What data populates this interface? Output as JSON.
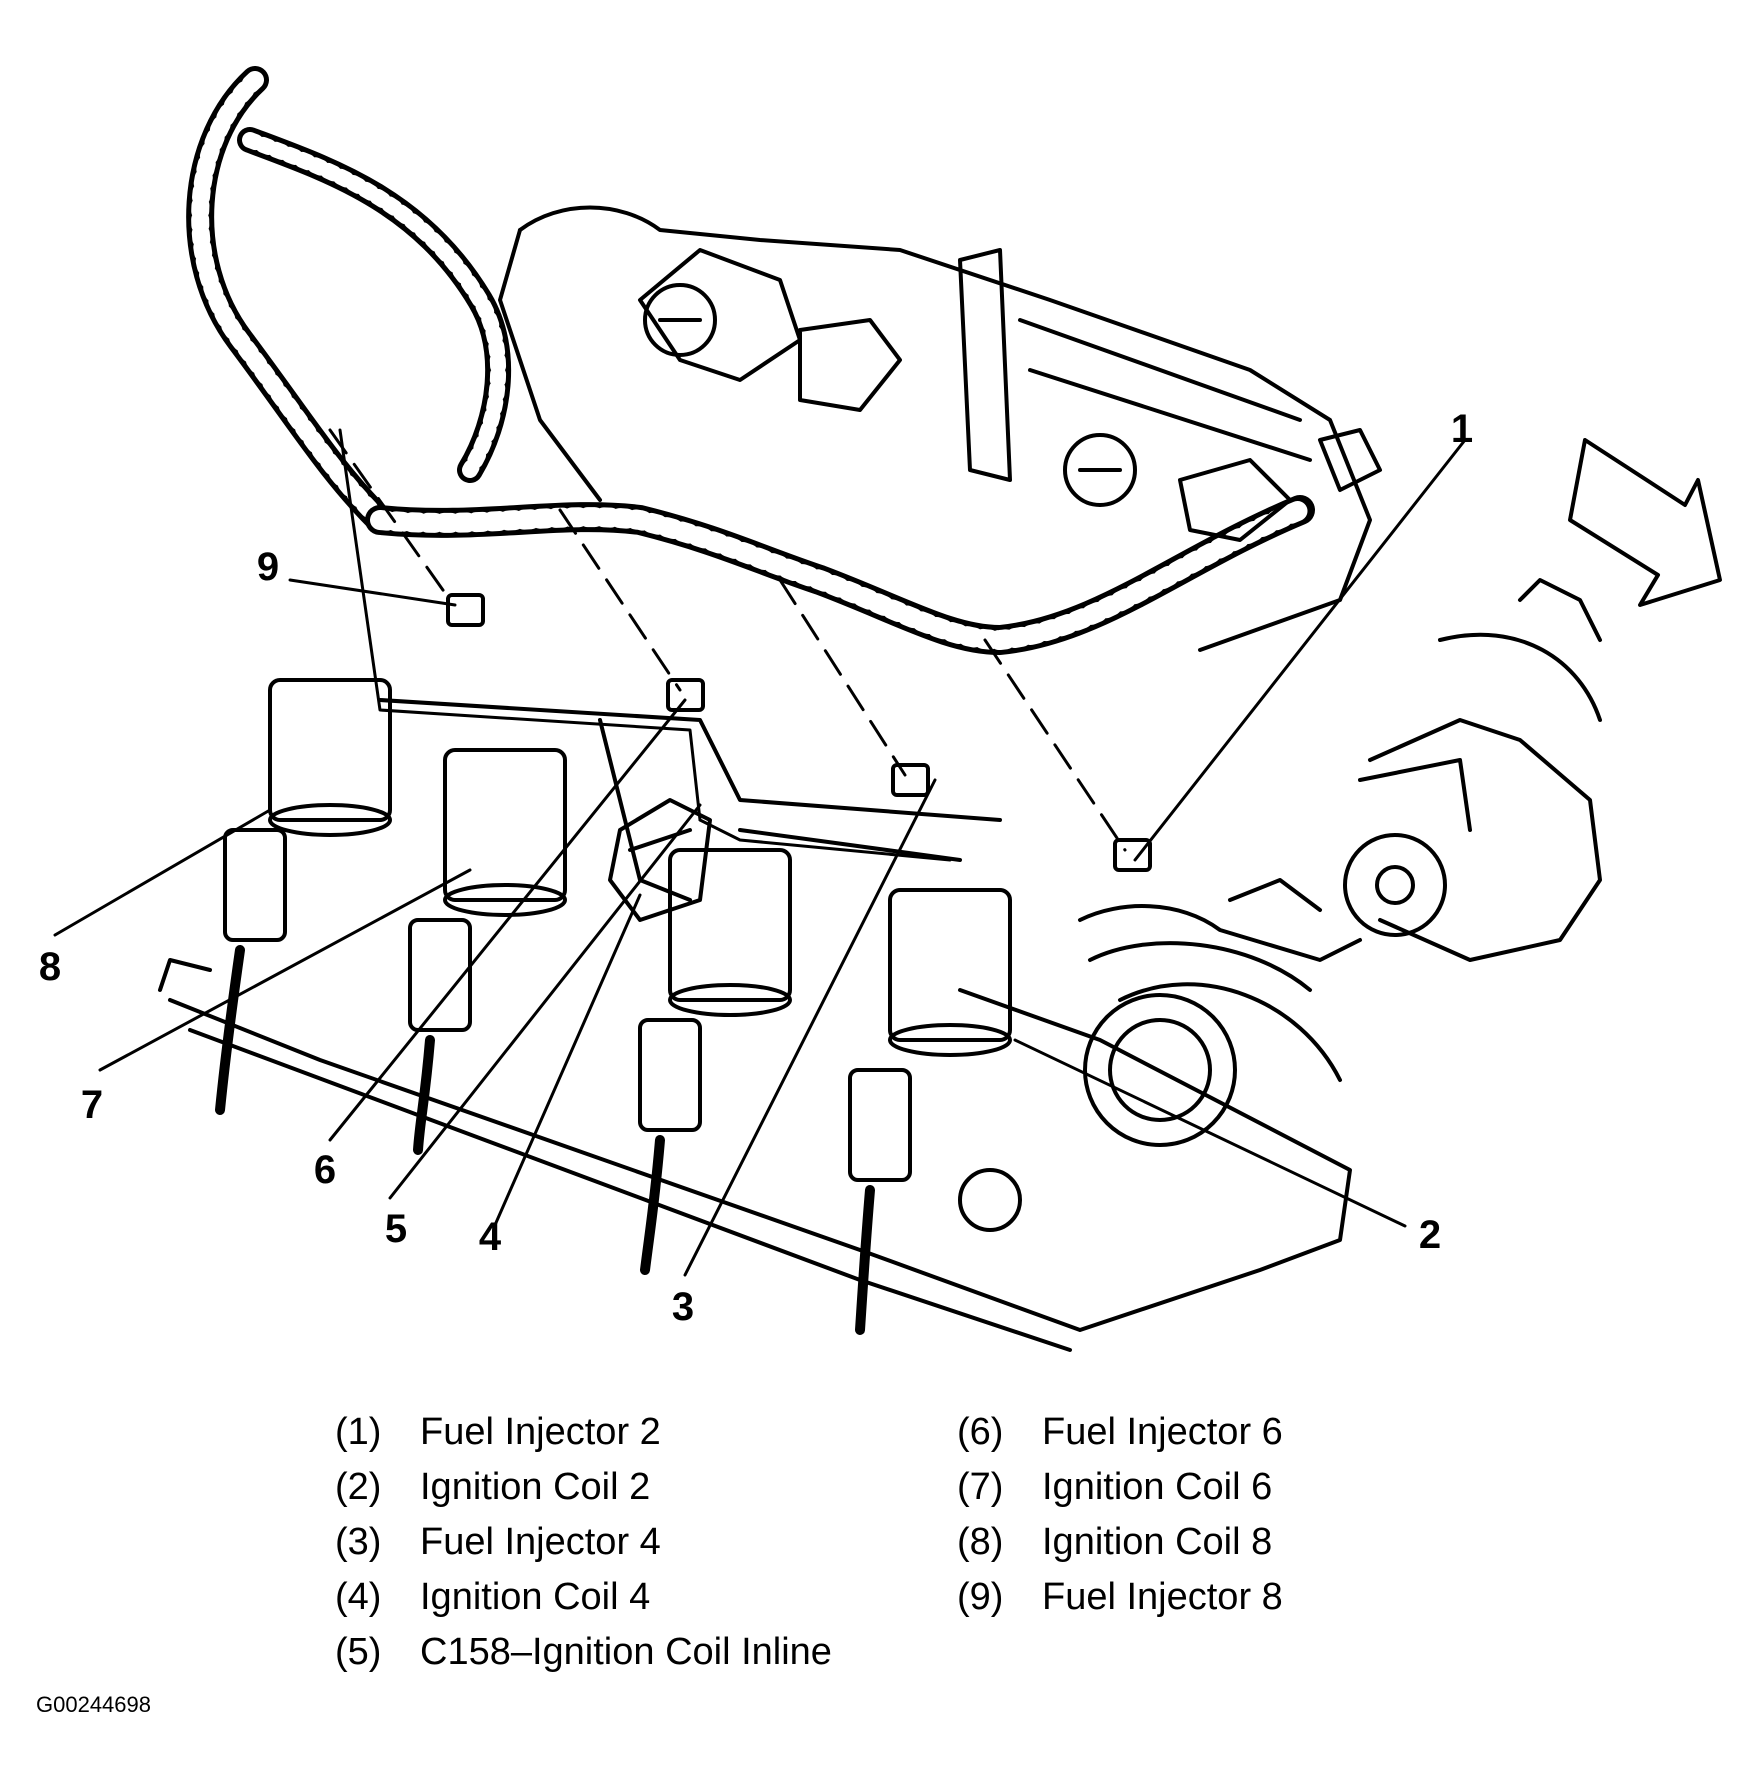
{
  "diagram": {
    "callouts": [
      "1",
      "2",
      "3",
      "4",
      "5",
      "6",
      "7",
      "8",
      "9"
    ]
  },
  "legend": {
    "left": [
      {
        "num": "(1)",
        "label": "Fuel Injector 2"
      },
      {
        "num": "(2)",
        "label": "Ignition Coil 2"
      },
      {
        "num": "(3)",
        "label": "Fuel Injector 4"
      },
      {
        "num": "(4)",
        "label": "Ignition Coil 4"
      },
      {
        "num": "(5)",
        "label": "C158–Ignition Coil Inline"
      }
    ],
    "right": [
      {
        "num": "(6)",
        "label": "Fuel Injector 6"
      },
      {
        "num": "(7)",
        "label": "Ignition Coil 6"
      },
      {
        "num": "(8)",
        "label": "Ignition Coil 8"
      },
      {
        "num": "(9)",
        "label": "Fuel Injector 8"
      }
    ]
  },
  "figure_id": "G00244698",
  "colors": {
    "ink": "#000000",
    "paper": "#ffffff"
  }
}
